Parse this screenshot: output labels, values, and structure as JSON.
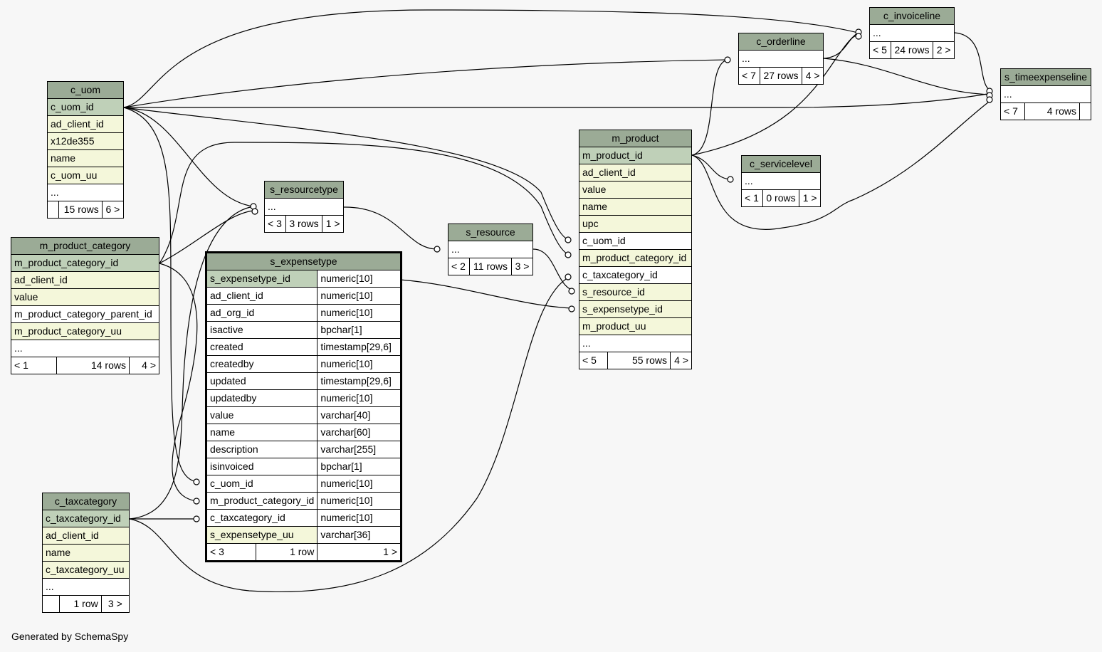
{
  "footer": "Generated by SchemaSpy",
  "tables": {
    "c_uom": {
      "title": "c_uom",
      "cols": [
        "c_uom_id",
        "ad_client_id",
        "x12de355",
        "name",
        "c_uom_uu",
        "..."
      ],
      "foot": [
        "",
        "15 rows",
        "6 >"
      ]
    },
    "m_product_category": {
      "title": "m_product_category",
      "cols": [
        "m_product_category_id",
        "ad_client_id",
        "value",
        "m_product_category_parent_id",
        "m_product_category_uu",
        "..."
      ],
      "foot": [
        "< 1",
        "14 rows",
        "4 >"
      ]
    },
    "c_taxcategory": {
      "title": "c_taxcategory",
      "cols": [
        "c_taxcategory_id",
        "ad_client_id",
        "name",
        "c_taxcategory_uu",
        "..."
      ],
      "foot": [
        "",
        "1 row",
        "3 >"
      ]
    },
    "s_resourcetype": {
      "title": "s_resourcetype",
      "cols": [
        "..."
      ],
      "foot": [
        "< 3",
        "3 rows",
        "1 >"
      ]
    },
    "s_resource": {
      "title": "s_resource",
      "cols": [
        "..."
      ],
      "foot": [
        "< 2",
        "11 rows",
        "3 >"
      ]
    },
    "s_expensetype": {
      "title": "s_expensetype",
      "rows": [
        [
          "s_expensetype_id",
          "numeric[10]"
        ],
        [
          "ad_client_id",
          "numeric[10]"
        ],
        [
          "ad_org_id",
          "numeric[10]"
        ],
        [
          "isactive",
          "bpchar[1]"
        ],
        [
          "created",
          "timestamp[29,6]"
        ],
        [
          "createdby",
          "numeric[10]"
        ],
        [
          "updated",
          "timestamp[29,6]"
        ],
        [
          "updatedby",
          "numeric[10]"
        ],
        [
          "value",
          "varchar[40]"
        ],
        [
          "name",
          "varchar[60]"
        ],
        [
          "description",
          "varchar[255]"
        ],
        [
          "isinvoiced",
          "bpchar[1]"
        ],
        [
          "c_uom_id",
          "numeric[10]"
        ],
        [
          "m_product_category_id",
          "numeric[10]"
        ],
        [
          "c_taxcategory_id",
          "numeric[10]"
        ],
        [
          "s_expensetype_uu",
          "varchar[36]"
        ]
      ],
      "foot": [
        "< 3",
        "1 row",
        "1 >"
      ]
    },
    "m_product": {
      "title": "m_product",
      "cols": [
        "m_product_id",
        "ad_client_id",
        "value",
        "name",
        "upc",
        "c_uom_id",
        "m_product_category_id",
        "c_taxcategory_id",
        "s_resource_id",
        "s_expensetype_id",
        "m_product_uu",
        "..."
      ],
      "foot": [
        "< 5",
        "55 rows",
        "4 >"
      ]
    },
    "c_orderline": {
      "title": "c_orderline",
      "cols": [
        "..."
      ],
      "foot": [
        "< 7",
        "27 rows",
        "4 >"
      ]
    },
    "c_invoiceline": {
      "title": "c_invoiceline",
      "cols": [
        "..."
      ],
      "foot": [
        "< 5",
        "24 rows",
        "2 >"
      ]
    },
    "c_servicelevel": {
      "title": "c_servicelevel",
      "cols": [
        "..."
      ],
      "foot": [
        "< 1",
        "0 rows",
        "1 >"
      ]
    },
    "s_timeexpenseline": {
      "title": "s_timeexpenseline",
      "cols": [
        "..."
      ],
      "foot": [
        "< 7",
        "4 rows",
        ""
      ]
    }
  }
}
